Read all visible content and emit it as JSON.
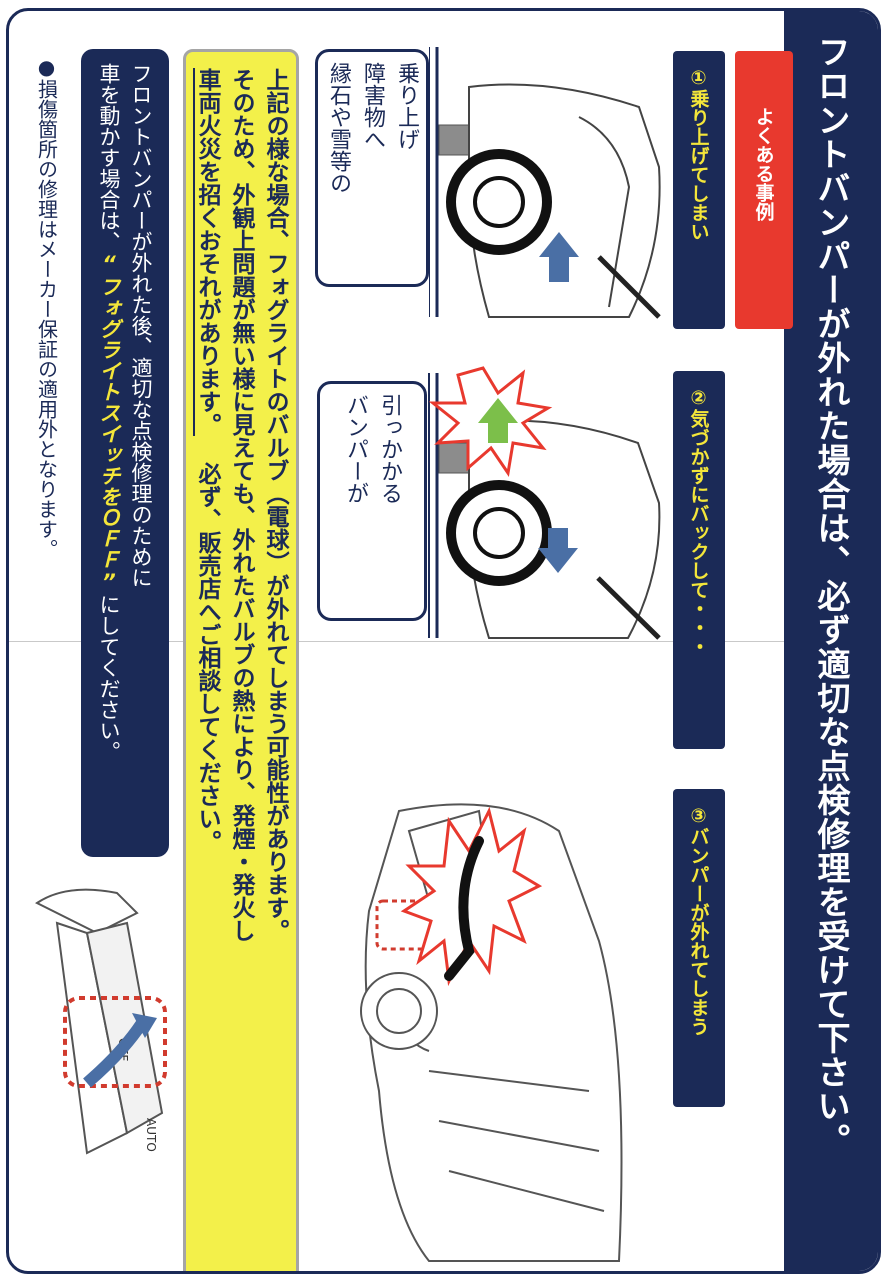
{
  "title": "フロントバンパーが外れた場合は、必ず適切な点検修理を受けて下さい。",
  "case_heading": "よくある事例",
  "steps": [
    "①乗り上げてしまい",
    "②気づかずにバックして・・・",
    "③バンパーが外れてしまう"
  ],
  "bubbles": {
    "first": [
      "縁石や雪等の",
      "障害物へ",
      "乗り上げ"
    ],
    "second": [
      "バンパーが",
      "引っかかる"
    ]
  },
  "warning": {
    "line1": "上記の様な場合、フォグライトのバルブ（電球）が外れてしまう可能性があります。",
    "line2": "そのため、外観上問題が無い様に見えても、外れたバルブの熱により、発煙・発火し",
    "line3": "車両火災を招くおそれがあります。",
    "line3b": "必ず、販売店へご相談してください。"
  },
  "note": {
    "line1": "フロントバンパーが外れた後、適切な点検修理のために",
    "line2a": "車を動かす場合は、",
    "line2b": "“フォグライトスイッチをＯＦＦ”",
    "line2c": "にしてください。"
  },
  "footnote": "●損傷箇所の修理はメーカー保証の適用外となります。",
  "switch_labels": {
    "off": "OFF",
    "auto": "AUTO"
  },
  "colors": {
    "navy": "#1b2a57",
    "red_tag": "#e8392e",
    "yellow_text": "#f4e63a",
    "warning_bg": "#f3f04a",
    "arrow_blue": "#4a6fa5",
    "arrow_green": "#7cbf4a",
    "burst_red": "#e8392e"
  },
  "icons": [
    "up-arrow-icon",
    "down-arrow-icon",
    "green-arrow-icon",
    "impact-burst-icon",
    "car-front-illustration",
    "fog-switch-illustration"
  ]
}
